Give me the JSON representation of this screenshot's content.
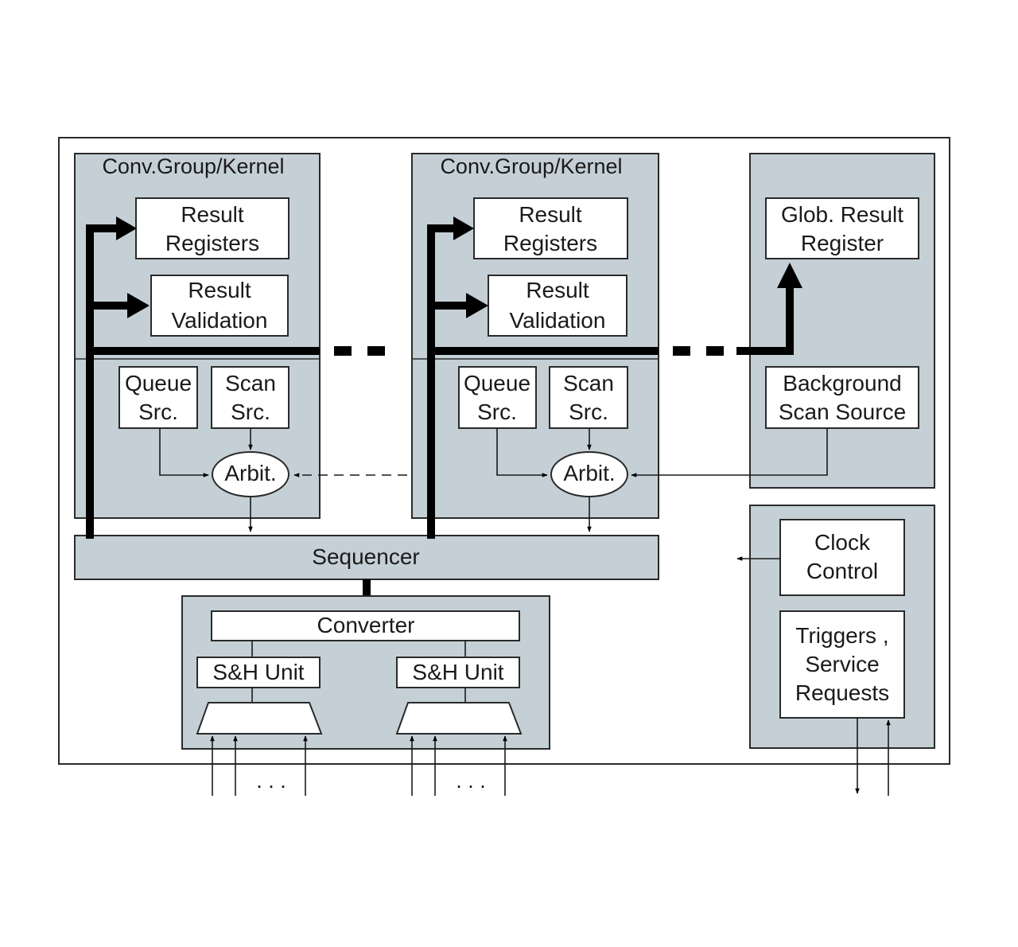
{
  "diagram": {
    "group_1": {
      "title": "Conv.Group/Kernel",
      "result_registers": [
        "Result",
        "Registers"
      ],
      "result_validation": [
        "Result",
        "Validation"
      ],
      "queue_src": [
        "Queue",
        "Src."
      ],
      "scan_src": [
        "Scan",
        "Src."
      ],
      "arbiter": "Arbit."
    },
    "group_2": {
      "title": "Conv.Group/Kernel",
      "result_registers": [
        "Result",
        "Registers"
      ],
      "result_validation": [
        "Result",
        "Validation"
      ],
      "queue_src": [
        "Queue",
        "Src."
      ],
      "scan_src": [
        "Scan",
        "Src."
      ],
      "arbiter": "Arbit."
    },
    "global": {
      "glob_result_register": [
        "Glob. Result",
        "Register"
      ],
      "background_scan_source": [
        "Background",
        "Scan Source"
      ]
    },
    "sequencer": "Sequencer",
    "converter": "Converter",
    "sh_unit_1": "S&H Unit",
    "sh_unit_2": "S&H Unit",
    "input_ellipsis_1": ". . .",
    "input_ellipsis_2": ". . .",
    "clock_control": [
      "Clock",
      "Control"
    ],
    "triggers": [
      "Triggers ,",
      "Service",
      "Requests"
    ]
  }
}
